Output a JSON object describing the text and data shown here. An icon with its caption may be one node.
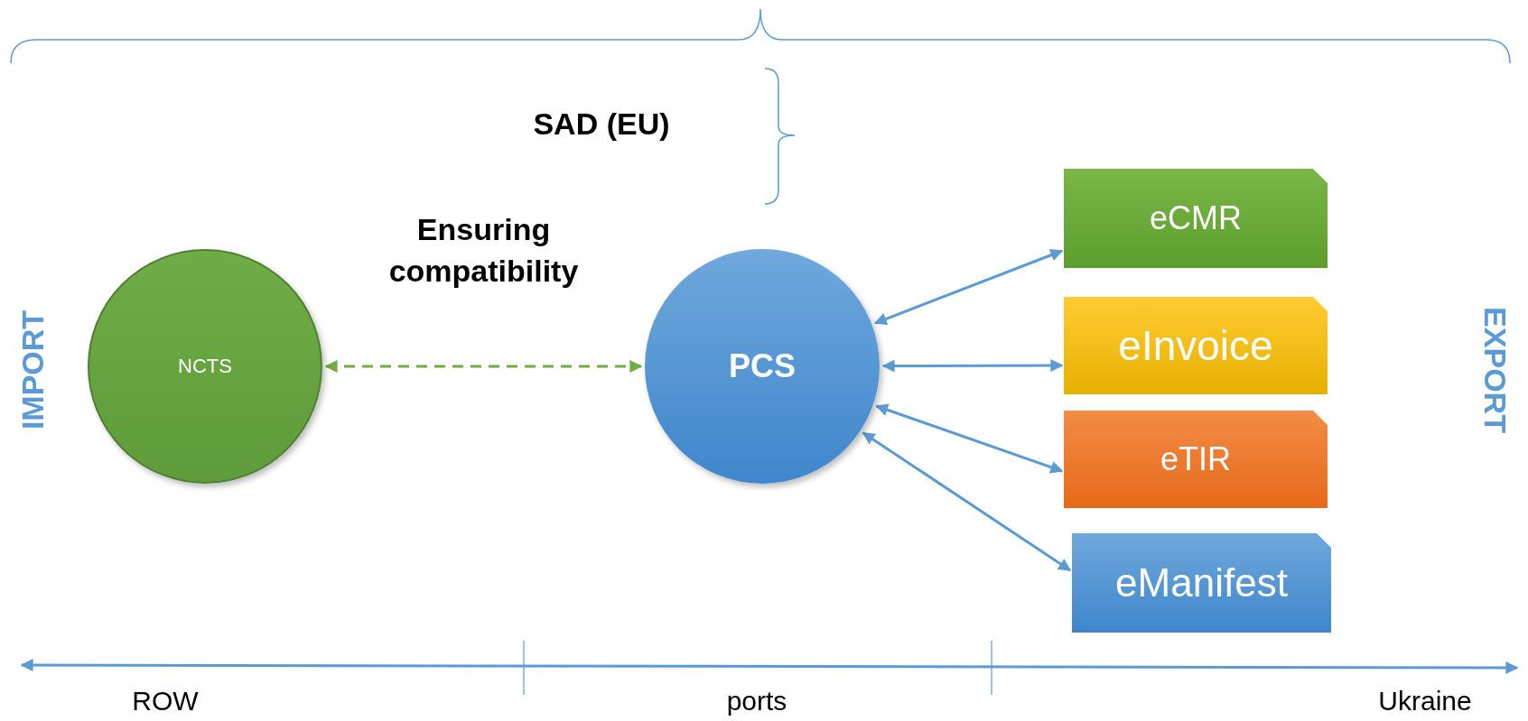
{
  "diagram": {
    "nodes": [
      {
        "text": [
          "NCTS"
        ]
      },
      {
        "text": [
          "PCS"
        ]
      },
      {
        "text": [
          "eCMR"
        ]
      },
      {
        "text": [
          "eInvoice"
        ]
      },
      {
        "text": [
          "eTIR"
        ]
      },
      {
        "text": [
          "eManifest"
        ]
      }
    ],
    "edges": [
      {
        "from": 0,
        "to": 1,
        "arrow": "both",
        "style": "dashed",
        "color": "#70ad47",
        "label": "Ensuring compatibility"
      },
      {
        "from": 1,
        "to": 2,
        "arrow": "both"
      },
      {
        "from": 1,
        "to": 3,
        "arrow": "both"
      },
      {
        "from": 1,
        "to": 4,
        "arrow": "both"
      },
      {
        "from": 1,
        "to": 5,
        "arrow": "both"
      }
    ],
    "labels": [
      "SAD (EU)",
      "IMPORT",
      "EXPORT",
      "ROW",
      "ports",
      "Ukraine"
    ]
  }
}
